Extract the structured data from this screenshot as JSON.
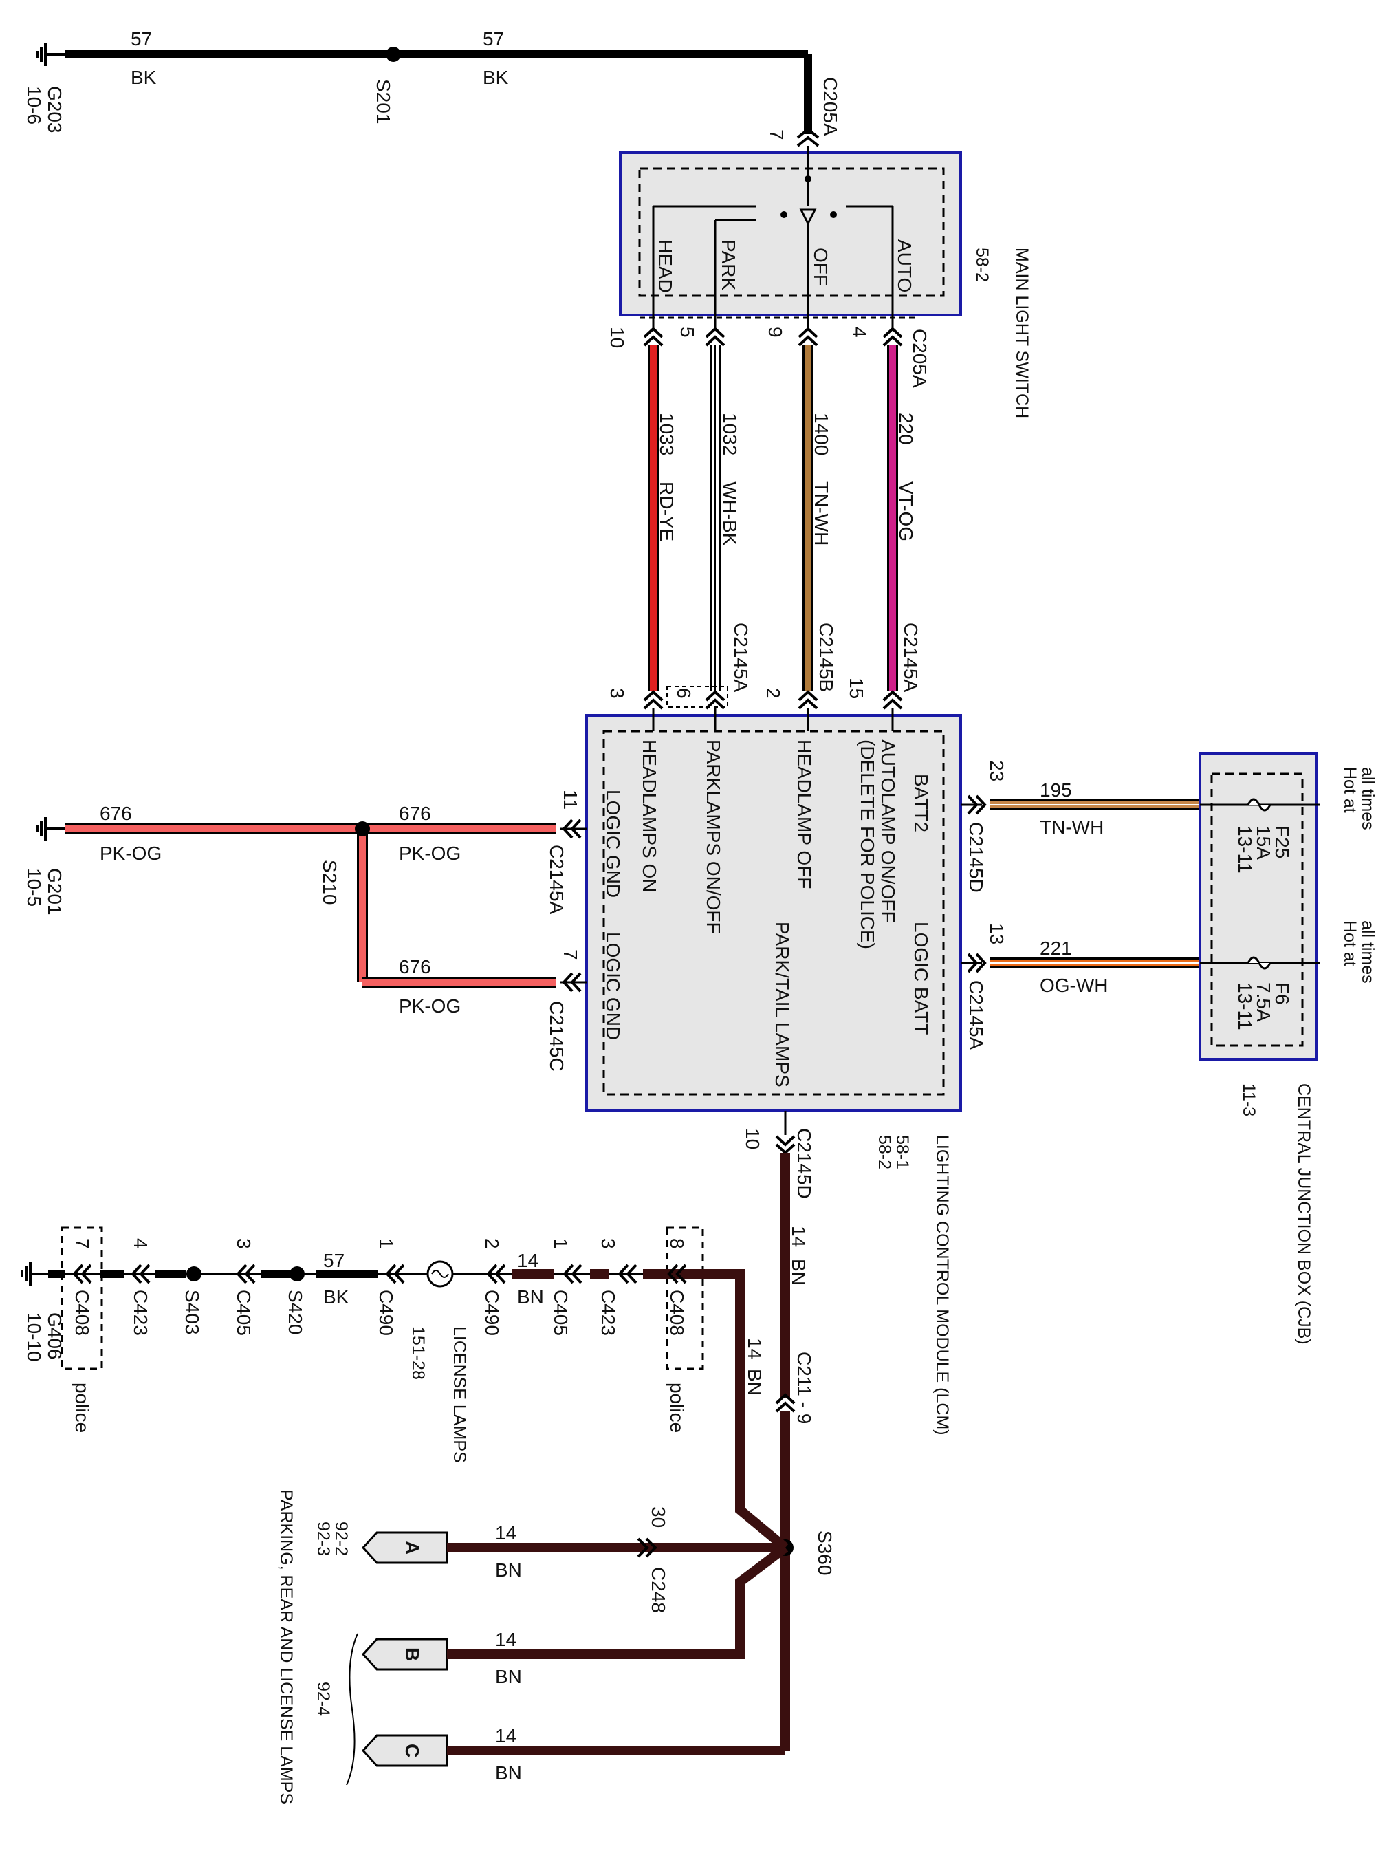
{
  "ground_top": {
    "circuit_a": "57",
    "color_a": "BK",
    "circuit_b": "57",
    "color_b": "BK",
    "ground": "G203",
    "ground_ref": "10-6",
    "splice": "S201"
  },
  "main_switch": {
    "connector_top": "C205A",
    "pin_top": "7",
    "positions": [
      "HEAD",
      "PARK",
      "OFF",
      "AUTO"
    ],
    "title": "MAIN LIGHT SWITCH",
    "ref": "58-2",
    "connector_bottom": "C205A",
    "pins_bottom": [
      "10",
      "5",
      "9",
      "4"
    ]
  },
  "wires": [
    {
      "circuit": "1033",
      "color": "RD-YE",
      "hex": "#e02020"
    },
    {
      "circuit": "1032",
      "color": "WH-BK",
      "hex": "#ffffff"
    },
    {
      "circuit": "1400",
      "color": "TN-WH",
      "hex": "#b07a3a"
    },
    {
      "circuit": "220",
      "color": "VT-OG",
      "hex": "#d0208a"
    }
  ],
  "lcm": {
    "connectors_top": [
      "C2145A",
      "C2145B",
      "C2145A"
    ],
    "pins_top": [
      "3",
      "6",
      "2",
      "15"
    ],
    "inputs": [
      "HEADLAMPS ON",
      "PARKLAMPS ON/OFF",
      "HEADLAMP OFF",
      "AUTOLAMP ON/OFF",
      "(DELETE FOR POLICE)",
      "BATT2",
      "LOGIC GND",
      "LOGIC GND",
      "PARK/TAIL LAMPS",
      "LOGIC BATT"
    ],
    "pin_batt2": "23",
    "conn_batt2": "C2145D",
    "pin_logic_batt": "13",
    "conn_logic_batt": "C2145A",
    "pin_gnd1": "11",
    "conn_gnd1": "C2145A",
    "pin_gnd2": "7",
    "conn_gnd2": "C2145C",
    "pin_out": "10",
    "conn_out": "C2145D",
    "title": "LIGHTING CONTROL MODULE (LCM)",
    "ref1": "58-1",
    "ref2": "58-2"
  },
  "cjb": {
    "hot_a": "Hot at all times",
    "fuse_a": "F25",
    "amp_a": "15A",
    "ref_a": "13-11",
    "hot_b": "Hot at all times",
    "fuse_b": "F6",
    "amp_b": "7.5A",
    "ref_b": "13-11",
    "wire_a_circuit": "195",
    "wire_a_color": "TN-WH",
    "wire_b_circuit": "221",
    "wire_b_color": "OG-WH",
    "title": "CENTRAL JUNCTION BOX (CJB)",
    "ref": "11-3"
  },
  "ground_left": {
    "circuit": "676",
    "color": "PK-OG",
    "ground": "G201",
    "ground_ref": "10-5",
    "splice": "S210"
  },
  "rear": {
    "out_circuit": "14",
    "out_color": "BN",
    "conn_c211": "C211 - 9",
    "splice": "S360",
    "c408_pin_a": "8",
    "c408": "C408",
    "police": "police",
    "c423_pin_a": "3",
    "c423": "C423",
    "c405_pin_a": "1",
    "c405": "C405",
    "lic_circuit": "14",
    "lic_color": "BN",
    "c490_pin_a": "2",
    "c490": "C490",
    "lamp": "LICENSE LAMPS",
    "lamp_ref": "151-28",
    "c490_pin_b": "1",
    "gnd_circuit": "57",
    "gnd_color": "BK",
    "s420": "S420",
    "c405_pin_b": "3",
    "s403": "S403",
    "c423_pin_b": "4",
    "c408_pin_b": "7",
    "ground": "G406",
    "ground_ref": "10-10",
    "branches": [
      {
        "tag": "A",
        "circuit": "14",
        "color": "BN",
        "pin": "30",
        "conn": "C248"
      },
      {
        "tag": "B",
        "circuit": "14",
        "color": "BN"
      },
      {
        "tag": "C",
        "circuit": "14",
        "color": "BN"
      }
    ],
    "ref_a1": "92-2",
    "ref_a2": "92-3",
    "ref_b": "92-4",
    "caption": "PARKING, REAR AND LICENSE LAMPS"
  }
}
